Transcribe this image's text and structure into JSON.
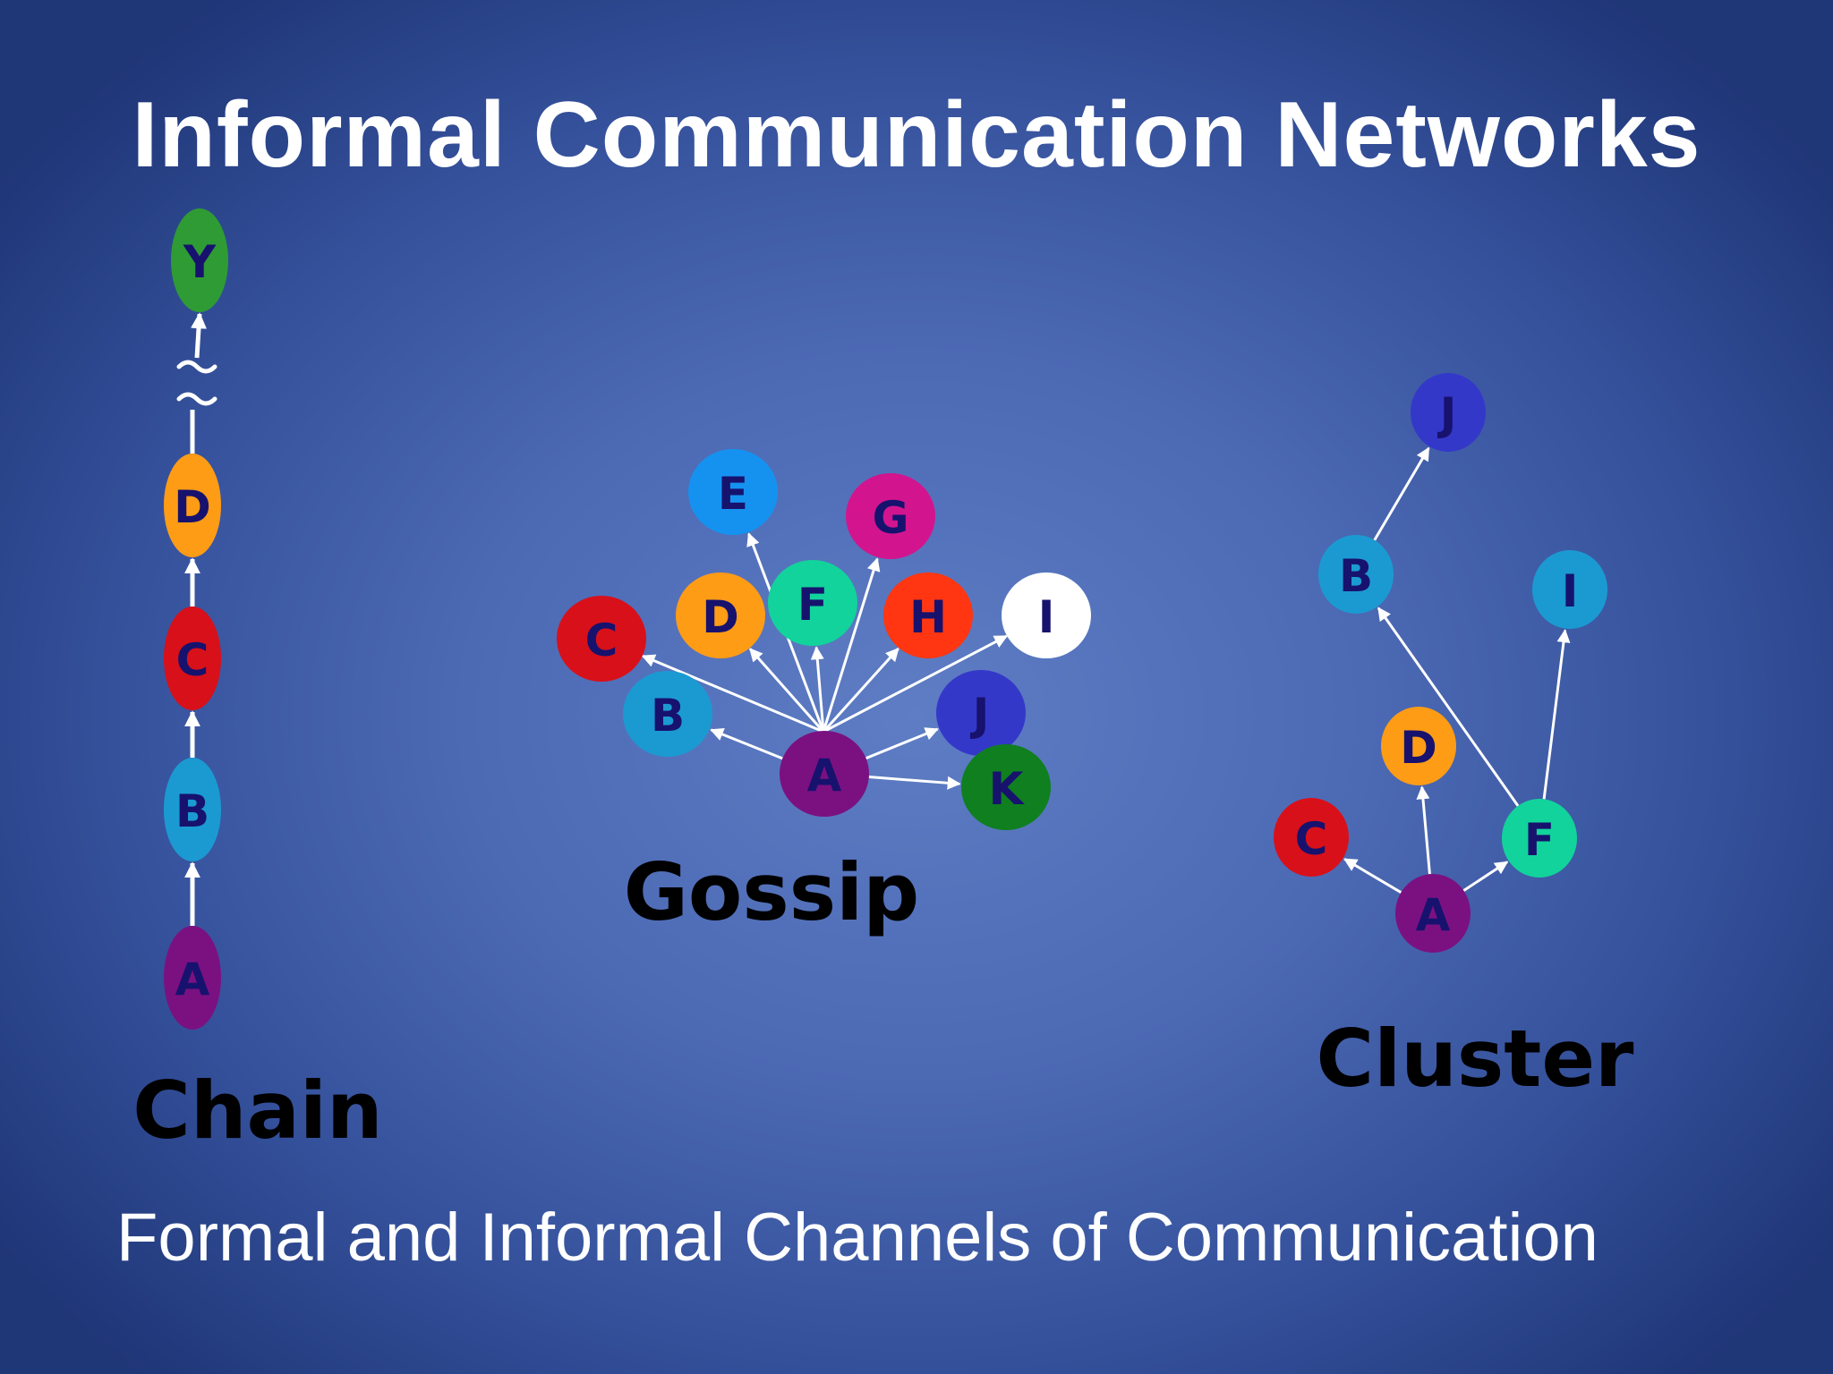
{
  "title": "Informal Communication Networks",
  "footer": "Formal and Informal Channels of Communication",
  "colors": {
    "label_text": "#17126e",
    "purple": "#7b1181",
    "blue_light": "#1b9ad2",
    "red": "#d8101a",
    "orange": "#ff9c16",
    "green_dark": "#2f9b35",
    "sky": "#1592f0",
    "magenta": "#d2158f",
    "teal": "#12d39b",
    "red_orange": "#ff3611",
    "white": "#ffffff",
    "indigo": "#3438c9",
    "green": "#0f7f20"
  },
  "networks": [
    {
      "id": "chain",
      "label": "Chain",
      "nodes": [
        {
          "id": "A",
          "label": "A",
          "color": "purple"
        },
        {
          "id": "B",
          "label": "B",
          "color": "blue_light"
        },
        {
          "id": "C",
          "label": "C",
          "color": "red"
        },
        {
          "id": "D",
          "label": "D",
          "color": "orange"
        },
        {
          "id": "Y",
          "label": "Y",
          "color": "green_dark"
        }
      ],
      "edges": [
        [
          "A",
          "B"
        ],
        [
          "B",
          "C"
        ],
        [
          "C",
          "D"
        ],
        [
          "D",
          "Y"
        ]
      ],
      "break_symbol": "wavy-break-icon"
    },
    {
      "id": "gossip",
      "label": "Gossip",
      "nodes": [
        {
          "id": "A",
          "label": "A",
          "color": "purple"
        },
        {
          "id": "B",
          "label": "B",
          "color": "blue_light"
        },
        {
          "id": "C",
          "label": "C",
          "color": "red"
        },
        {
          "id": "D",
          "label": "D",
          "color": "orange"
        },
        {
          "id": "E",
          "label": "E",
          "color": "sky"
        },
        {
          "id": "F",
          "label": "F",
          "color": "teal"
        },
        {
          "id": "G",
          "label": "G",
          "color": "magenta"
        },
        {
          "id": "H",
          "label": "H",
          "color": "red_orange"
        },
        {
          "id": "I",
          "label": "I",
          "color": "white"
        },
        {
          "id": "J",
          "label": "J",
          "color": "indigo"
        },
        {
          "id": "K",
          "label": "K",
          "color": "green"
        }
      ],
      "edges": [
        [
          "A",
          "B"
        ],
        [
          "A",
          "C"
        ],
        [
          "A",
          "D"
        ],
        [
          "A",
          "E"
        ],
        [
          "A",
          "F"
        ],
        [
          "A",
          "G"
        ],
        [
          "A",
          "H"
        ],
        [
          "A",
          "I"
        ],
        [
          "A",
          "J"
        ],
        [
          "A",
          "K"
        ]
      ]
    },
    {
      "id": "cluster",
      "label": "Cluster",
      "nodes": [
        {
          "id": "A",
          "label": "A",
          "color": "purple"
        },
        {
          "id": "C",
          "label": "C",
          "color": "red"
        },
        {
          "id": "D",
          "label": "D",
          "color": "orange"
        },
        {
          "id": "F",
          "label": "F",
          "color": "teal"
        },
        {
          "id": "B",
          "label": "B",
          "color": "blue_light"
        },
        {
          "id": "I",
          "label": "I",
          "color": "blue_light"
        },
        {
          "id": "J",
          "label": "J",
          "color": "indigo"
        }
      ],
      "edges": [
        [
          "A",
          "C"
        ],
        [
          "A",
          "D"
        ],
        [
          "A",
          "F"
        ],
        [
          "F",
          "B"
        ],
        [
          "F",
          "I"
        ],
        [
          "B",
          "J"
        ]
      ]
    }
  ]
}
